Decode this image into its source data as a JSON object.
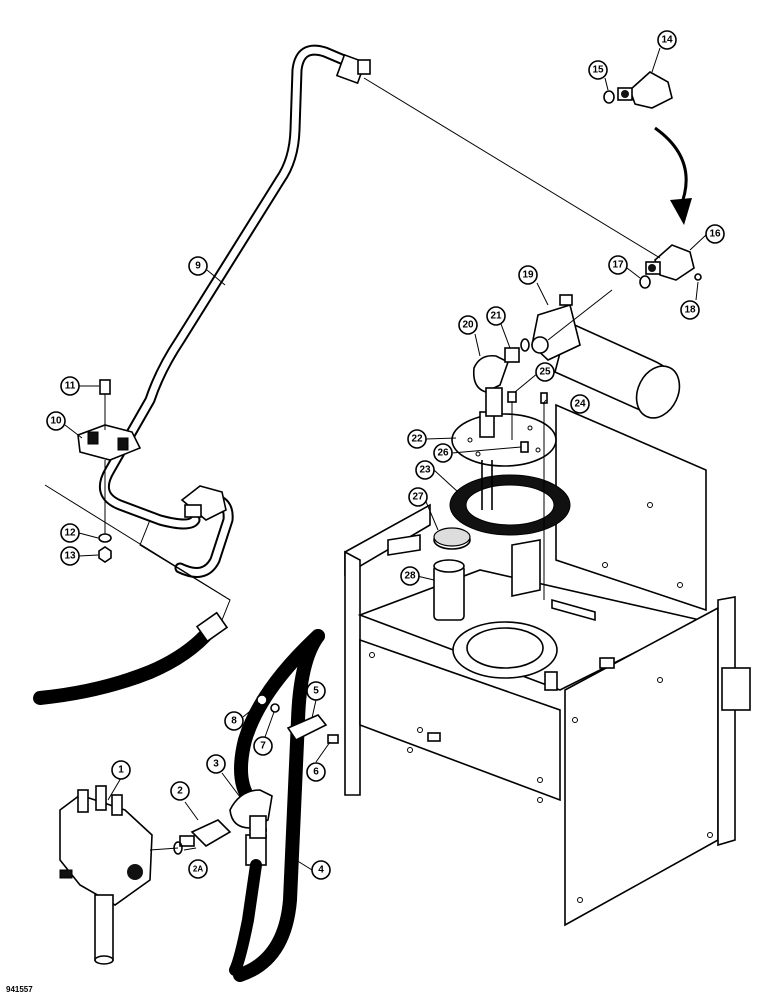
{
  "figure_id": "941557",
  "callouts": [
    "1",
    "2",
    "2A",
    "3",
    "4",
    "5",
    "6",
    "7",
    "8",
    "9",
    "10",
    "11",
    "12",
    "13",
    "14",
    "15",
    "16",
    "17",
    "18",
    "19",
    "20",
    "21",
    "22",
    "23",
    "24",
    "25",
    "26",
    "27",
    "28"
  ]
}
